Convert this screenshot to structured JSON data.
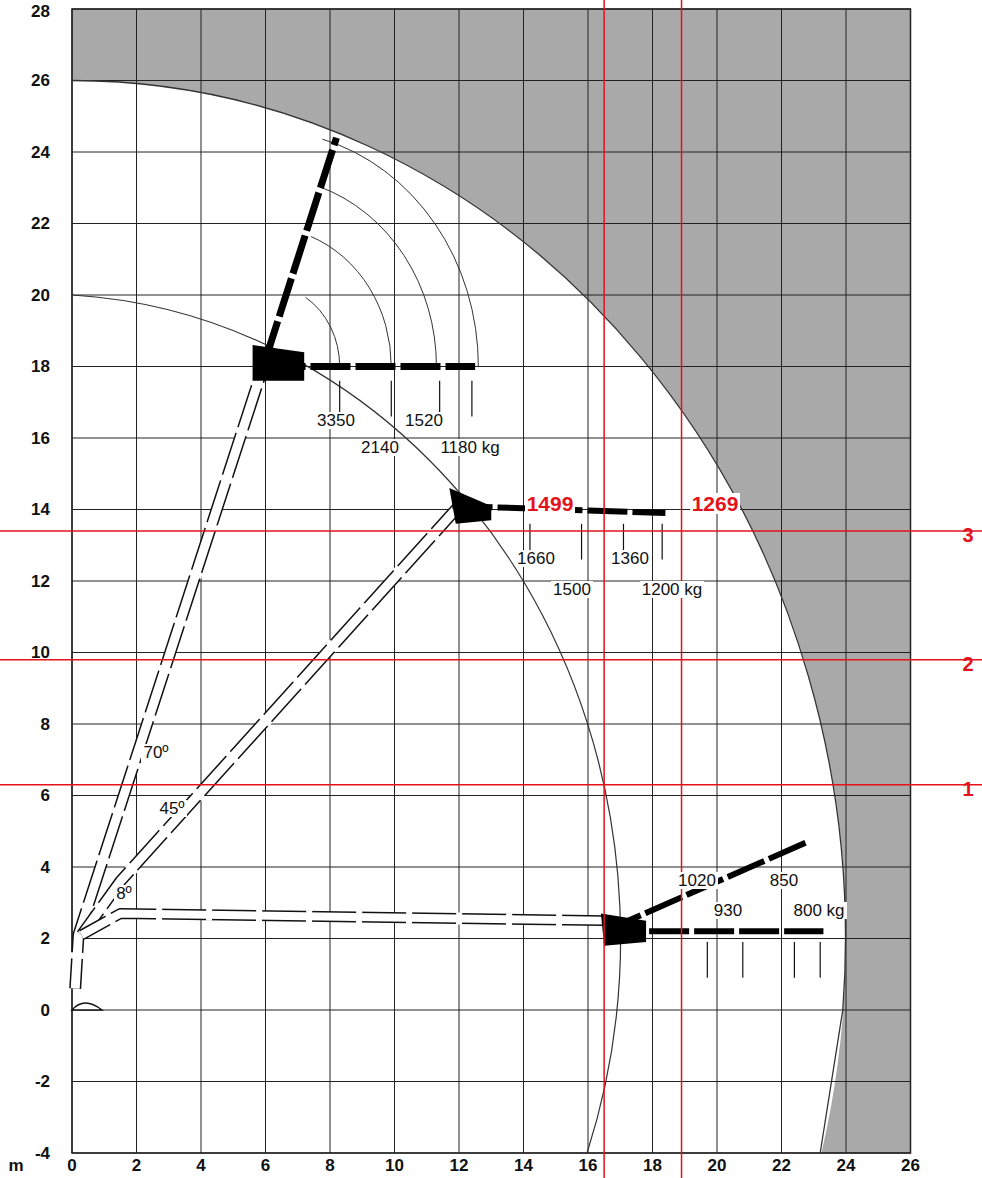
{
  "diagram": {
    "labels": [
      "28",
      "26",
      "24",
      "22",
      "20",
      "18",
      "16",
      "14",
      "12",
      "10",
      "8",
      "6",
      "4",
      "2",
      "0",
      "-2",
      "-4",
      "m",
      "0",
      "2",
      "4",
      "6",
      "8",
      "10",
      "12",
      "14",
      "16",
      "18",
      "20",
      "22",
      "24",
      "26",
      "3350",
      "1520",
      "2140",
      "1180 kg",
      "1499",
      "1269",
      "1660",
      "1360",
      "1500",
      "1200 kg",
      "1020",
      "850",
      "930",
      "800 kg",
      "70º",
      "45º",
      "8º",
      "3",
      "2",
      "1"
    ]
  }
}
